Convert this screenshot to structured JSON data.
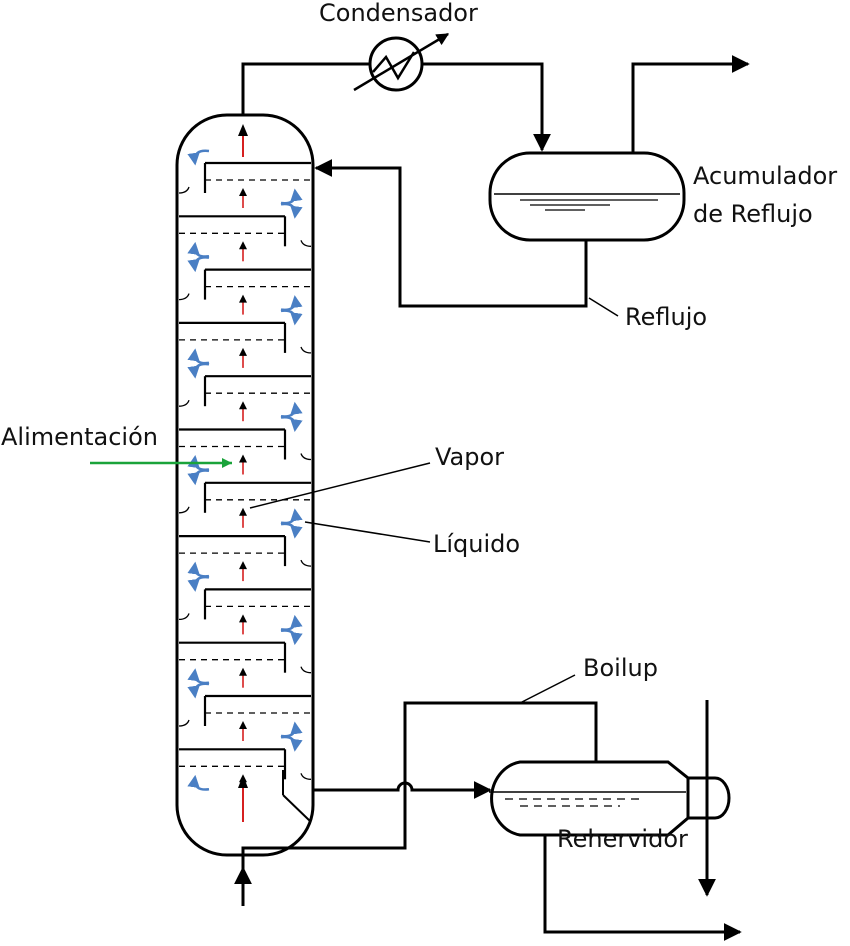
{
  "labels": {
    "condenser": "Condensador",
    "accumulator_line1": "Acumulador",
    "accumulator_line2": "de Reflujo",
    "reflux": "Reflujo",
    "feed": "Alimentación",
    "vapor": "Vapor",
    "liquid": "Líquido",
    "boilup": "Boilup",
    "reboiler": "Rehervidor"
  },
  "colors": {
    "line": "#000000",
    "vapor_arrow_red": "#d62020",
    "liquid_arrow_blue": "#4a7fc4",
    "feed_line": "#1aa33a"
  }
}
